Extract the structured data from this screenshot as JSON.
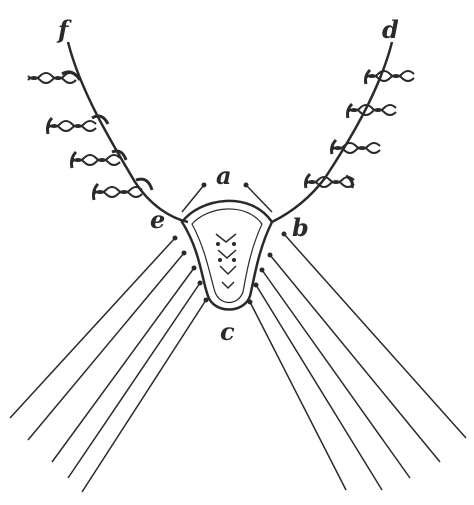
{
  "labels": {
    "a": "a",
    "b": "b",
    "c": "c",
    "d": "d",
    "e": "e",
    "f": "f"
  },
  "colors": {
    "ink": "#2a2a2a",
    "background": "#ffffff"
  }
}
